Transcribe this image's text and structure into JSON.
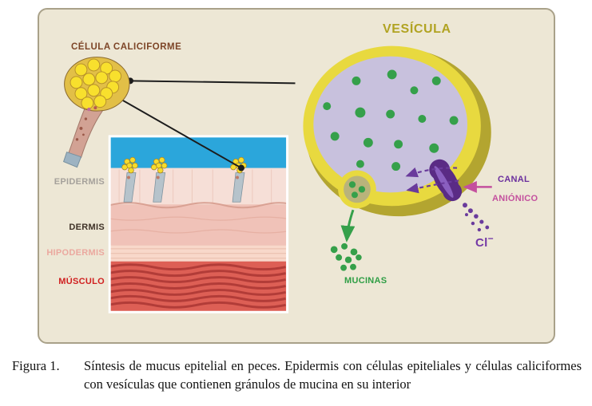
{
  "figure": {
    "labels": {
      "celula_caliciforme": "CÉLULA CALICIFORME",
      "vesicula": "VESÍCULA",
      "epidermis": "EPIDERMIS",
      "dermis": "DERMIS",
      "hipodermis": "HIPODERMIS",
      "musculo": "MÚSCULO",
      "canal": "CANAL",
      "anionico": "ANIÓNICO",
      "cl": "Cl",
      "cl_minus": "−",
      "mucinas": "MUCINAS"
    },
    "palette": {
      "panel_bg": "#ede7d5",
      "panel_border": "#a9a189",
      "label_brown": "#7d4527",
      "label_olive": "#b1a322",
      "label_gray": "#a5a19b",
      "label_dark": "#3f3228",
      "label_pink": "#eba89f",
      "label_red": "#d01f1f",
      "purple": "#6a3b9c",
      "magenta": "#c4509e",
      "green": "#35a04a",
      "water_blue": "#2ba6db",
      "vesicle_yellow": "#e8d93f",
      "vesicle_lavender": "#c8c1dd"
    }
  },
  "caption": {
    "label": "Figura 1.",
    "text": "Síntesis de mucus epitelial en peces. Epidermis con células epiteliales y células caliciformes con vesículas que contienen gránulos de mucina en su interior"
  }
}
